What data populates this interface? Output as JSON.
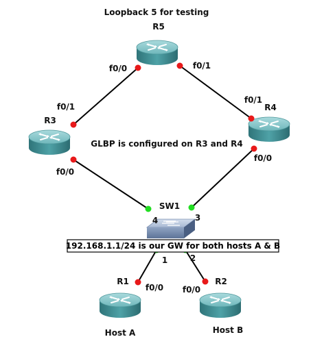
{
  "annotations": {
    "loopback": "Loopback 5 for testing",
    "glbp": "GLBP is configured on R3 and R4",
    "gateway": "192.168.1.1/24 is our GW for both hosts A & B"
  },
  "devices": {
    "r5": "R5",
    "r3": "R3",
    "r4": "R4",
    "sw1": "SW1",
    "r1": "R1",
    "r2": "R2",
    "host_a": "Host A",
    "host_b": "Host B"
  },
  "ports": {
    "r5_f00": "f0/0",
    "r5_f01": "f0/1",
    "r3_f01": "f0/1",
    "r3_f00": "f0/0",
    "r4_f01": "f0/1",
    "r4_f00": "f0/0",
    "sw_4": "4",
    "sw_3": "3",
    "sw_1": "1",
    "sw_2": "2",
    "r1_f00": "f0/0",
    "r2_f00": "f0/0"
  },
  "colors": {
    "port_down": "#e8191a",
    "port_up": "#22dd22",
    "link": "#000000",
    "router_body": "#3f8f94",
    "router_top": "#8cc9cc"
  },
  "icons": {
    "router": "router-icon",
    "switch": "switch-icon"
  }
}
